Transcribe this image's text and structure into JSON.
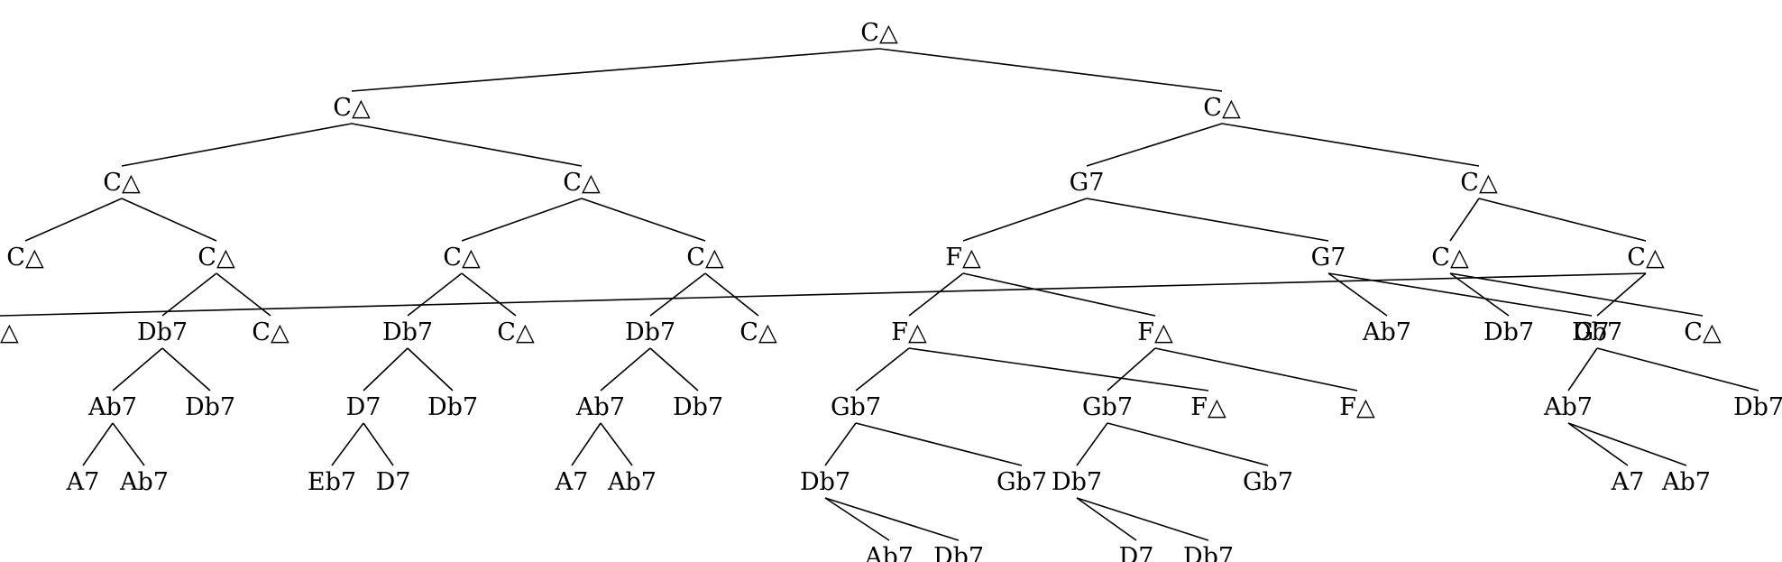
{
  "colors": {
    "ink": "#000000",
    "background": "#ffffff"
  },
  "tree": {
    "root": {
      "label": "C△",
      "children": [
        {
          "label": "C△",
          "children": [
            {
              "label": "C△",
              "children": [
                {
                  "label": "C△",
                  "children": []
                },
                {
                  "label": "C△",
                  "children": [
                    {
                      "label": "Db7",
                      "children": [
                        {
                          "label": "Ab7",
                          "children": [
                            {
                              "label": "A7",
                              "children": []
                            },
                            {
                              "label": "Ab7",
                              "children": []
                            }
                          ]
                        },
                        {
                          "label": "Db7",
                          "children": []
                        }
                      ]
                    },
                    {
                      "label": "C△",
                      "children": []
                    }
                  ]
                }
              ]
            },
            {
              "label": "C△",
              "children": [
                {
                  "label": "C△",
                  "children": [
                    {
                      "label": "Db7",
                      "children": [
                        {
                          "label": "D7",
                          "children": [
                            {
                              "label": "Eb7",
                              "children": []
                            },
                            {
                              "label": "D7",
                              "children": []
                            }
                          ]
                        },
                        {
                          "label": "Db7",
                          "children": []
                        }
                      ]
                    },
                    {
                      "label": "C△",
                      "children": []
                    }
                  ]
                },
                {
                  "label": "C△",
                  "children": [
                    {
                      "label": "Db7",
                      "children": [
                        {
                          "label": "Ab7",
                          "children": [
                            {
                              "label": "A7",
                              "children": []
                            },
                            {
                              "label": "Ab7",
                              "children": []
                            }
                          ]
                        },
                        {
                          "label": "Db7",
                          "children": []
                        }
                      ]
                    },
                    {
                      "label": "C△",
                      "children": []
                    }
                  ]
                }
              ]
            }
          ]
        },
        {
          "label": "C△",
          "children": [
            {
              "label": "G7",
              "children": [
                {
                  "label": "F△",
                  "children": [
                    {
                      "label": "F△",
                      "children": [
                        {
                          "label": "Gb7",
                          "children": [
                            {
                              "label": "Db7",
                              "children": [
                                {
                                  "label": "Ab7",
                                  "children": []
                                },
                                {
                                  "label": "Db7",
                                  "children": []
                                }
                              ]
                            },
                            {
                              "label": "Gb7",
                              "children": []
                            }
                          ]
                        },
                        {
                          "label": "F△",
                          "children": []
                        }
                      ]
                    },
                    {
                      "label": "F△",
                      "children": [
                        {
                          "label": "Gb7",
                          "children": [
                            {
                              "label": "Db7",
                              "children": [
                                {
                                  "label": "D7",
                                  "children": []
                                },
                                {
                                  "label": "Db7",
                                  "children": []
                                }
                              ]
                            },
                            {
                              "label": "Gb7",
                              "children": []
                            }
                          ]
                        },
                        {
                          "label": "F△",
                          "children": []
                        }
                      ]
                    }
                  ]
                },
                {
                  "label": "G7",
                  "children": [
                    {
                      "label": "Ab7",
                      "children": []
                    },
                    {
                      "label": "G7",
                      "children": []
                    }
                  ]
                }
              ]
            },
            {
              "label": "C△",
              "children": [
                {
                  "label": "C△",
                  "children": [
                    {
                      "label": "Db7",
                      "children": []
                    },
                    {
                      "label": "C△",
                      "children": []
                    }
                  ]
                },
                {
                  "label": "C△",
                  "children": [
                    {
                      "label": "Db7",
                      "children": [
                        {
                          "label": "Ab7",
                          "children": [
                            {
                              "label": "A7",
                              "children": []
                            },
                            {
                              "label": "Ab7",
                              "children": []
                            }
                          ]
                        },
                        {
                          "label": "Db7",
                          "children": []
                        }
                      ]
                    },
                    {
                      "label": "C△",
                      "children": []
                    }
                  ]
                }
              ]
            }
          ]
        }
      ]
    }
  }
}
